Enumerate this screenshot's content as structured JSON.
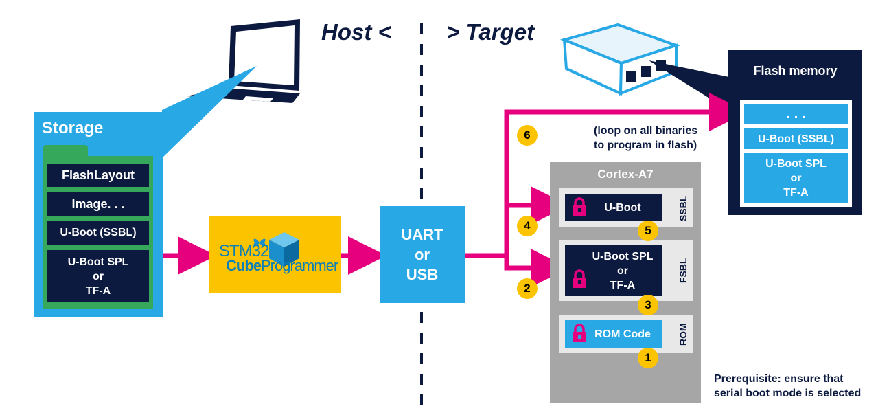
{
  "titles": {
    "host": "Host <",
    "target": "> Target"
  },
  "storage": {
    "label": "Storage",
    "items": [
      "FlashLayout",
      "Image. . .",
      "U-Boot (SSBL)",
      "U-Boot SPL\nor\nTF-A"
    ]
  },
  "programmer": {
    "brand_top": "STM32",
    "brand_bottom_a": "Cube",
    "brand_bottom_b": "Programmer"
  },
  "link": {
    "label": "UART\nor\nUSB"
  },
  "cortex": {
    "label": "Cortex-A7",
    "ssbl": {
      "tag": "SSBL",
      "box": "U-Boot"
    },
    "fsbl": {
      "tag": "FSBL",
      "box": "U-Boot SPL\nor\nTF-A"
    },
    "rom": {
      "tag": "ROM",
      "box": "ROM Code"
    }
  },
  "flash": {
    "title": "Flash memory",
    "items": [
      ". . .",
      "U-Boot (SSBL)",
      "U-Boot SPL\nor\nTF-A"
    ]
  },
  "steps": [
    "1",
    "2",
    "3",
    "4",
    "5",
    "6"
  ],
  "loop_note": "(loop on all binaries\nto program in flash)",
  "prerequisite": "Prerequisite: ensure that\nserial boot mode is selected",
  "colors": {
    "navy": "#0d1a3f",
    "blue": "#29a8e6",
    "green": "#36a85c",
    "yellow": "#fcc300",
    "magenta": "#e6007e",
    "grey": "#a6a6a6",
    "light_grey": "#e8e8e8"
  },
  "icons": [
    "laptop-icon",
    "board-icon",
    "lock-icon",
    "cube-icon",
    "butterfly-icon",
    "boot-pin-icon"
  ]
}
